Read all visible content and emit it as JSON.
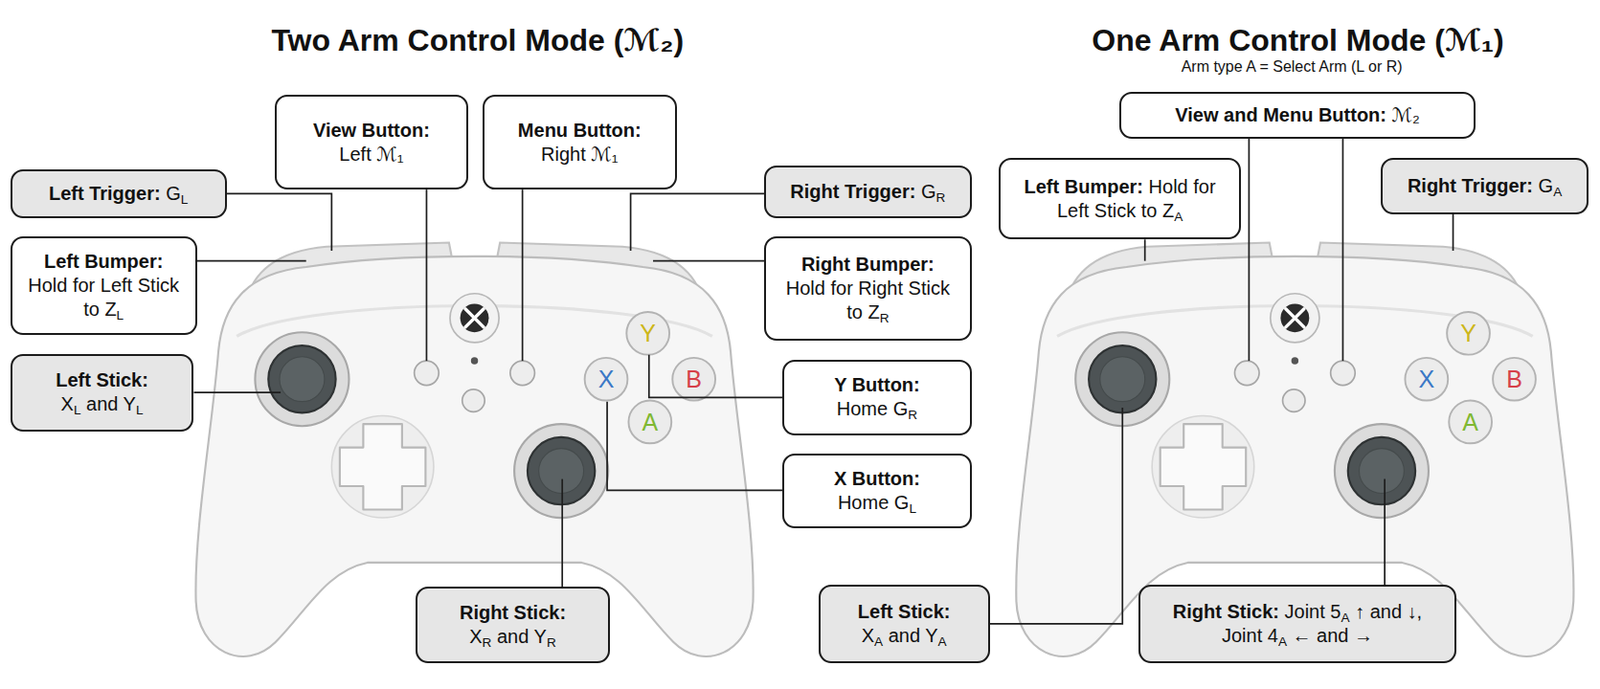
{
  "diagram": {
    "nodes": [
      {
        "text": [
          "Left Trigger:",
          "GL"
        ]
      },
      {
        "text": [
          "Left Bumper:",
          "Hold for Left Stick to ZL"
        ]
      },
      {
        "text": [
          "Left Stick:",
          "XL and YL"
        ]
      },
      {
        "text": [
          "View Button:",
          "Left ℳ₁"
        ]
      },
      {
        "text": [
          "Menu Button:",
          "Right ℳ₁"
        ]
      },
      {
        "text": [
          "Right Trigger:",
          "GR"
        ]
      },
      {
        "text": [
          "Right Bumper:",
          "Hold for Right Stick to ZR"
        ]
      },
      {
        "text": [
          "Y Button:",
          "Home GR"
        ]
      },
      {
        "text": [
          "X Button:",
          "Home GL"
        ]
      },
      {
        "text": [
          "Right Stick:",
          "XR and YR"
        ]
      },
      {
        "text": [
          "View and Menu Button:",
          "ℳ₂"
        ]
      },
      {
        "text": [
          "Left Bumper:",
          "Hold for Left Stick to ZA"
        ]
      },
      {
        "text": [
          "Right Trigger:",
          "GA"
        ]
      },
      {
        "text": [
          "Left Stick:",
          "XA and YA"
        ]
      },
      {
        "text": [
          "Right Stick:",
          "Joint 5A ↑ and ↓, Joint 4A ← and →"
        ]
      }
    ],
    "labels": [
      "Two Arm Control Mode (ℳ₂)",
      "One Arm Control Mode (ℳ₁)",
      "Arm type A = Select Arm (L or R)",
      "Y",
      "B",
      "X",
      "A",
      "Y",
      "B",
      "X",
      "A"
    ]
  }
}
